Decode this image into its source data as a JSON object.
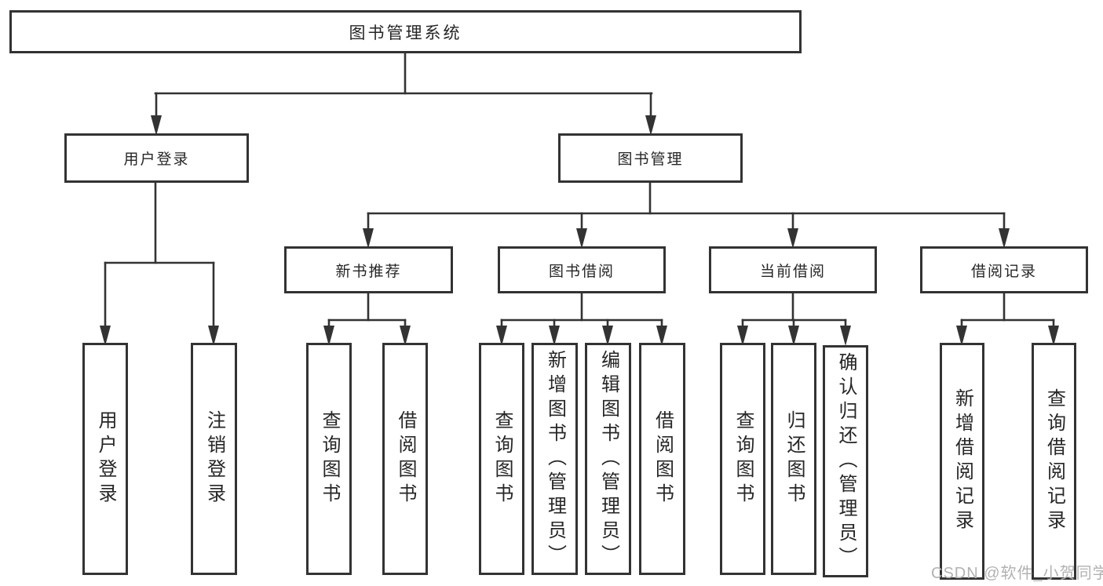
{
  "diagram_title": "图书管理系统",
  "nodes": {
    "root": "图书管理系统",
    "user_login": "用户登录",
    "book_mgmt": "图书管理",
    "new_book": "新书推荐",
    "book_borrow": "图书借阅",
    "current_borrow": "当前借阅",
    "borrow_record": "借阅记录",
    "login": "用户登录",
    "logout": "注销登录",
    "newbook_query": "查询图书",
    "newbook_borrow": "借阅图书",
    "borrow_query": "查询图书",
    "borrow_add": "新增图书（管理员）",
    "borrow_edit": "编辑图书（管理员）",
    "borrow_take": "借阅图书",
    "current_query": "查询图书",
    "current_return": "归还图书",
    "current_confirm": "确认归还（管理员）",
    "record_add": "新增借阅记录",
    "record_query": "查询借阅记录"
  },
  "edges": [
    {
      "parent": "图书管理系统",
      "children": [
        "用户登录",
        "图书管理"
      ]
    },
    {
      "parent": "用户登录",
      "children": [
        "用户登录",
        "注销登录"
      ]
    },
    {
      "parent": "图书管理",
      "children": [
        "新书推荐",
        "图书借阅",
        "当前借阅",
        "借阅记录"
      ]
    },
    {
      "parent": "新书推荐",
      "children": [
        "查询图书",
        "借阅图书"
      ]
    },
    {
      "parent": "图书借阅",
      "children": [
        "查询图书",
        "新增图书（管理员）",
        "编辑图书（管理员）",
        "借阅图书"
      ]
    },
    {
      "parent": "当前借阅",
      "children": [
        "查询图书",
        "归还图书",
        "确认归还（管理员）"
      ]
    },
    {
      "parent": "借阅记录",
      "children": [
        "新增借阅记录",
        "查询借阅记录"
      ]
    }
  ],
  "watermark": "CSDN @软件_小贺同学",
  "colors": {
    "line": "#333333",
    "text": "#262626",
    "watermark": "#b2b2b2",
    "background": "#ffffff"
  }
}
